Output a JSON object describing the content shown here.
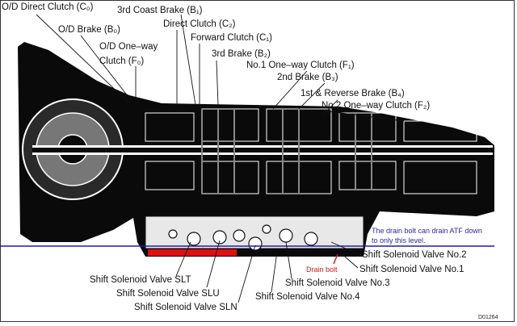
{
  "labels": {
    "c0": "O/D Direct Clutch (C₀)",
    "b1": "3rd Coast Brake (B₁)",
    "c2": "Direct Clutch (C₂)",
    "b0": "O/D Brake (B₀)",
    "c1": "Forward Clutch (C₁)",
    "f0_line1": "O/D One–way",
    "f0_line2": "Clutch (F₀)",
    "b2": "3rd Brake (B₂)",
    "f1": "No.1 One–way Clutch (F₁)",
    "b3": "2nd Brake (B₃)",
    "b4": "1st & Reverse Brake (B₄)",
    "f2": "No.2 One–way Clutch (F₂)",
    "ssv_no2": "Shift Solenoid Valve No.2",
    "ssv_no1": "Shift Solenoid Valve No.1",
    "ssv_slt": "Shift Solenoid Valve SLT",
    "ssv_no3": "Shift Solenoid Valve No.3",
    "ssv_slu": "Shift Solenoid Valve SLU",
    "ssv_no4": "Shift Solenoid Valve No.4",
    "ssv_sln": "Shift Solenoid Valve SLN",
    "drain_bolt": "Drain bolt"
  },
  "annotation": {
    "line1": "The drain bolt can drain ATF down",
    "line2": "to only this level."
  },
  "figure_code": "D01264",
  "colors": {
    "level_line": "#1a1ab8",
    "highlight": "#e01010",
    "note_text": "#2a2aa0"
  }
}
